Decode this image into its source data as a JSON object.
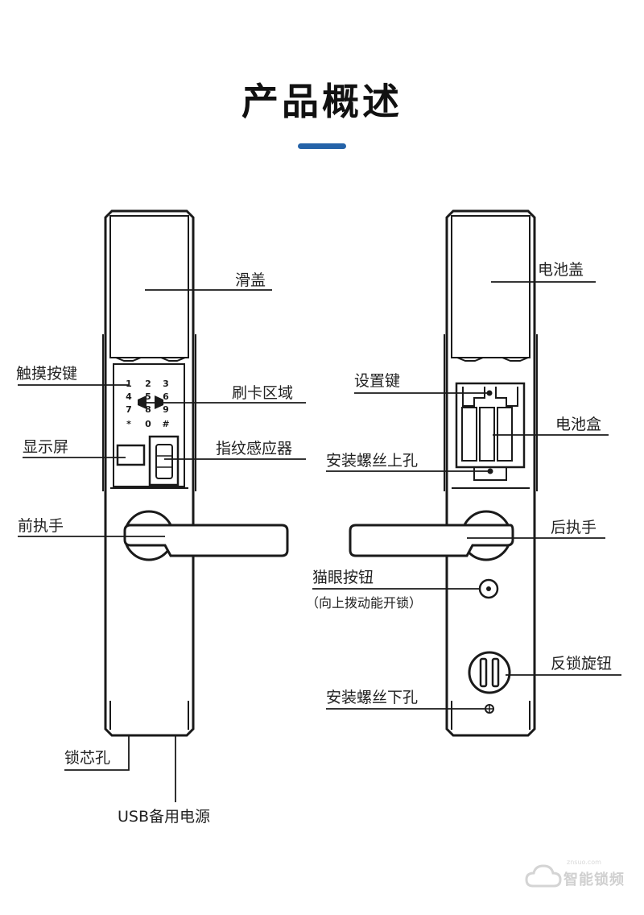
{
  "title": "产品概述",
  "accent_color": "#2563a8",
  "keypad_digits": [
    "1",
    "2",
    "3",
    "4",
    "5",
    "6",
    "7",
    "8",
    "9",
    "*",
    "0",
    "#"
  ],
  "labels": {
    "slide_cover": "滑盖",
    "touch_keys": "触摸按键",
    "card_area": "刷卡区域",
    "display": "显示屏",
    "fingerprint": "指纹感应器",
    "front_handle": "前执手",
    "lock_cylinder_hole": "锁芯孔",
    "usb_power": "USB备用电源",
    "battery_cover": "电池盖",
    "settings_key": "设置键",
    "battery_box": "电池盒",
    "upper_screw_hole": "安装螺丝上孔",
    "rear_handle": "后执手",
    "peephole_button": "猫眼按钮",
    "peephole_note": "（向上拨动能开锁）",
    "anti_lock_knob": "反锁旋钮",
    "lower_screw_hole": "安装螺丝下孔"
  },
  "watermark": {
    "icon": "cloud-icon",
    "text": "智能锁频",
    "url": "znsuo.com"
  }
}
